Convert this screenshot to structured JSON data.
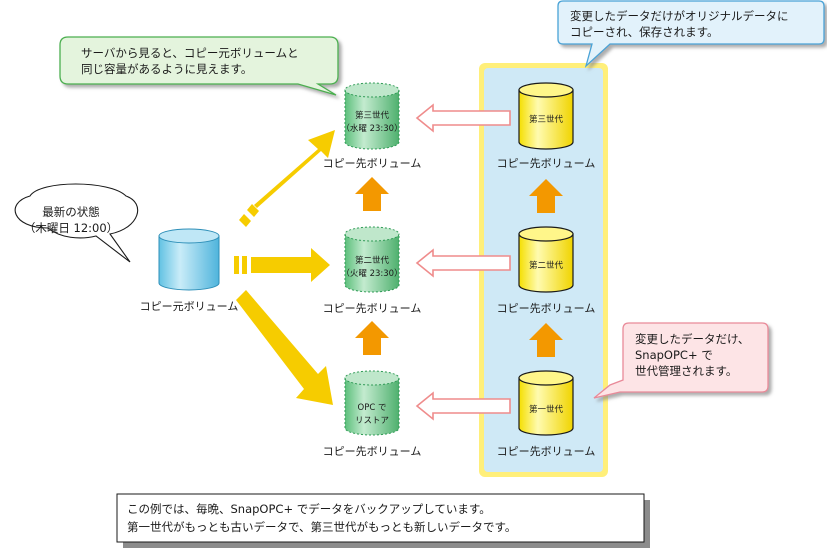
{
  "callouts": {
    "server_view": [
      "サーバから見ると、コピー元ボリュームと",
      "同じ容量があるように見えます。"
    ],
    "latest": [
      "最新の状態",
      "（木曜日 12:00）"
    ],
    "changed_saved": [
      "変更したデータだけがオリジナルデータに",
      "コピーされ、保存されます。"
    ],
    "generation_managed": [
      "変更したデータだけ、",
      "SnapOPC+ で",
      "世代管理されます。"
    ]
  },
  "source_volume": {
    "label": "コピー元ボリューム"
  },
  "virtual_volumes": [
    {
      "label": "コピー先ボリューム",
      "lines": [
        "第三世代",
        "（水曜 23:30）"
      ]
    },
    {
      "label": "コピー先ボリューム",
      "lines": [
        "第二世代",
        "（火曜 23:30）"
      ]
    },
    {
      "label": "コピー先ボリューム",
      "lines": [
        "OPC で",
        "リストア"
      ]
    }
  ],
  "physical_volumes": [
    {
      "label": "コピー先ボリューム",
      "lines": [
        "第三世代"
      ]
    },
    {
      "label": "コピー先ボリューム",
      "lines": [
        "第二世代"
      ]
    },
    {
      "label": "コピー先ボリューム",
      "lines": [
        "第一世代"
      ]
    }
  ],
  "footer_note": [
    "この例では、毎晩、SnapOPC+ でデータをバックアップしています。",
    "第一世代がもっとも古いデータで、第三世代がもっとも新しいデータです。"
  ],
  "colors": {
    "source_cylinder": "#7fd0ea",
    "virtual_cylinder": "#7fd29a",
    "physical_cylinder": "#fff200",
    "yellow_panel": "#ffef7a",
    "blue_panel": "#cfe9f6",
    "yellow_arrow": "#f6cc00",
    "orange_arrow": "#f39800",
    "pink_arrow": "#f08b8b",
    "green_callout": "#e4f4dd",
    "green_border": "#4caf50",
    "blue_border": "#4aa3d6",
    "pink_callout": "#fde4e6",
    "pink_border": "#e98a99"
  }
}
